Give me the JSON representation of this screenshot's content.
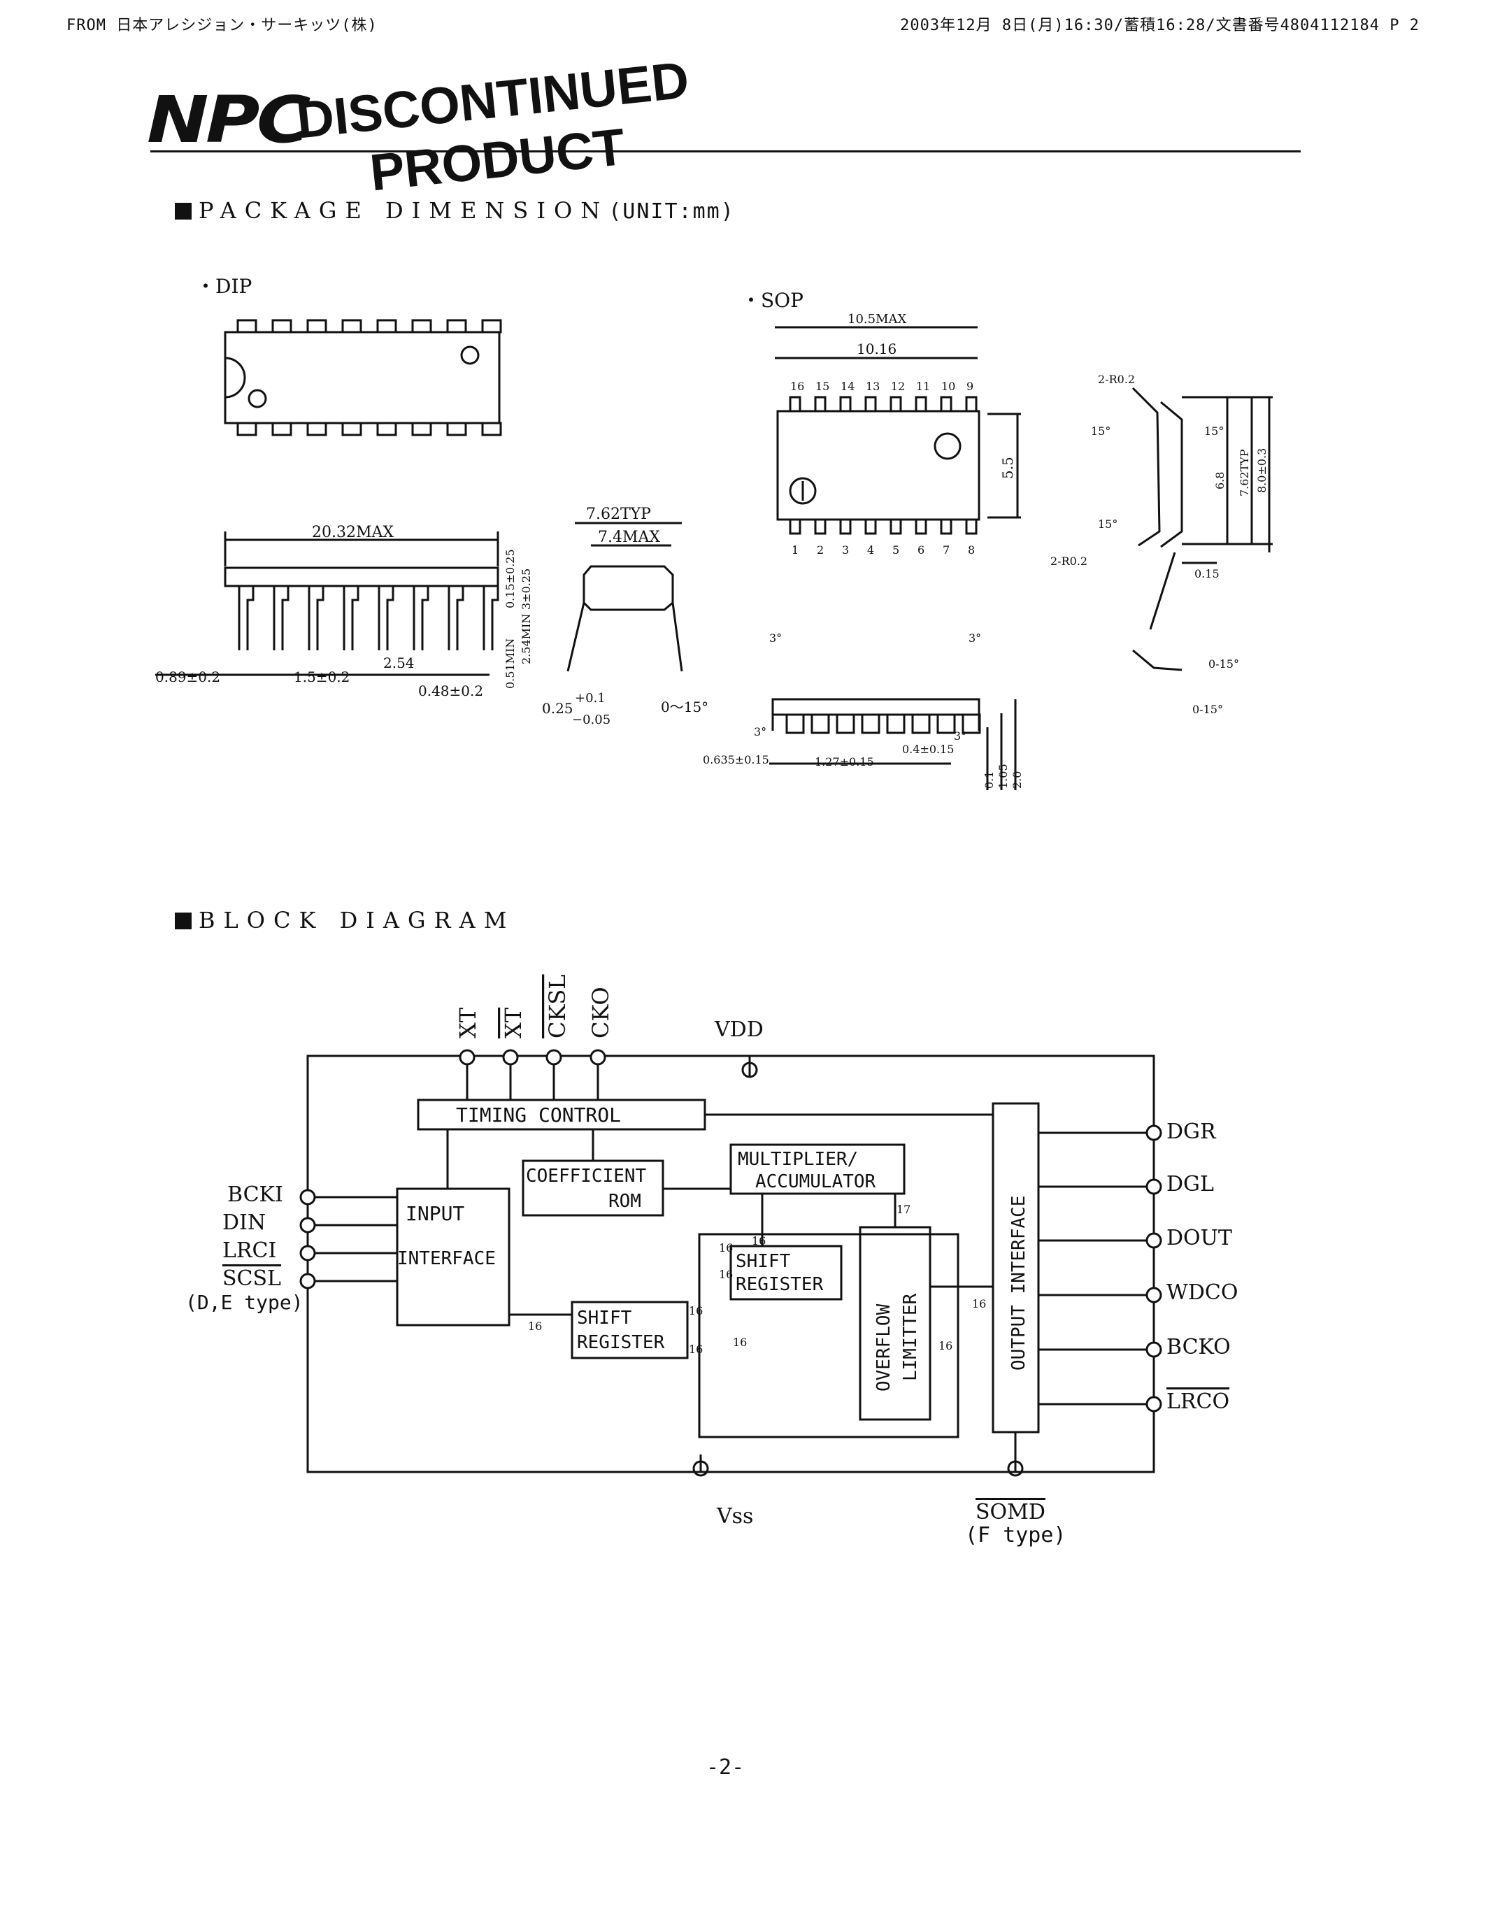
{
  "fax_header": {
    "from": "FROM 日本アレシジョン・サーキッツ(株)",
    "timestamp": "2003年12月 8日(月)16:30/蓄積16:28/文書番号4804112184 P 2"
  },
  "logo": {
    "text": "NPC"
  },
  "stamp": {
    "line1": "DISCONTINUED",
    "line2": "PRODUCT"
  },
  "package_section": {
    "title": "PACKAGE DIMENSION",
    "unit": "(UNIT:mm)",
    "dip": {
      "label": "・DIP",
      "dims": {
        "length": "20.32MAX",
        "pitch": "2.54",
        "lead_width": "1.5±0.2",
        "end": "0.89±0.2",
        "lead_thin": "0.48±0.2",
        "h1": "0.15±0.25",
        "h2": "3±0.25",
        "h3": "2.54MIN",
        "h4": "0.51MIN",
        "w1": "7.62TYP",
        "w2": "7.4MAX",
        "lead_thick_top": "0.25",
        "lead_thick_plus": "+0.1",
        "lead_thick_minus": "−0.05",
        "angle": "0～15°"
      }
    },
    "sop": {
      "label": "・SOP",
      "pins_top": [
        "16",
        "15",
        "14",
        "13",
        "12",
        "11",
        "10",
        "9"
      ],
      "pins_bottom": [
        "1",
        "2",
        "3",
        "4",
        "5",
        "6",
        "7",
        "8"
      ],
      "dims": {
        "max_len": "10.5MAX",
        "len": "10.16",
        "body_w": "5.5",
        "r_top": "2-R0.2",
        "r_bot": "2-R0.2",
        "ang1": "15°",
        "ang2": "15°",
        "ang3": "15°",
        "w1": "6.8",
        "w2": "7.62TYP",
        "w3": "8.0±0.3",
        "lead_t": "0.15",
        "ang_a": "3°",
        "ang_b": "3°",
        "ang_c": "3°",
        "ang_d": "3°",
        "end": "0.635±0.15",
        "pitch": "1.27±0.15",
        "lead_w": "0.4±0.15",
        "h1": "0.1",
        "h2": "1.05",
        "h3": "2.0",
        "foot1": "0-15°",
        "foot2": "0-15°"
      }
    }
  },
  "block_section": {
    "title": "BLOCK DIAGRAM",
    "top_pins": [
      "XT",
      "XT",
      "CKSL",
      "CKO"
    ],
    "vdd": "VDD",
    "vss": "Vss",
    "left_pins": [
      "BCKI",
      "DIN",
      "LRCI",
      "SCSL"
    ],
    "left_note": "(D,E type)",
    "right_pins": [
      "DGR",
      "DGL",
      "DOUT",
      "WDCO",
      "BCKO",
      "LRCO"
    ],
    "bottom_pin": "SOMD",
    "bottom_note": "(F type)",
    "blocks": {
      "timing": "TIMING CONTROL",
      "coef1": "COEFFICIENT",
      "coef2": "ROM",
      "mult1": "MULTIPLIER/",
      "mult2": "ACCUMULATOR",
      "input1": "INPUT",
      "input2": "INTERFACE",
      "shift1a": "SHIFT",
      "shift1b": "REGISTER",
      "shift2a": "SHIFT",
      "shift2b": "REGISTER",
      "overflow1": "OVERFLOW",
      "overflow2": "LIMITTER",
      "output": "OUTPUT INTERFACE"
    },
    "bus_labels": {
      "b16a": "16",
      "b16b": "16",
      "b16c": "16",
      "b16d": "16",
      "b16e": "16",
      "b16f": "16",
      "b16g": "16",
      "b16h": "16",
      "b16i": "16",
      "b17": "17"
    }
  },
  "page_number": "-2-"
}
